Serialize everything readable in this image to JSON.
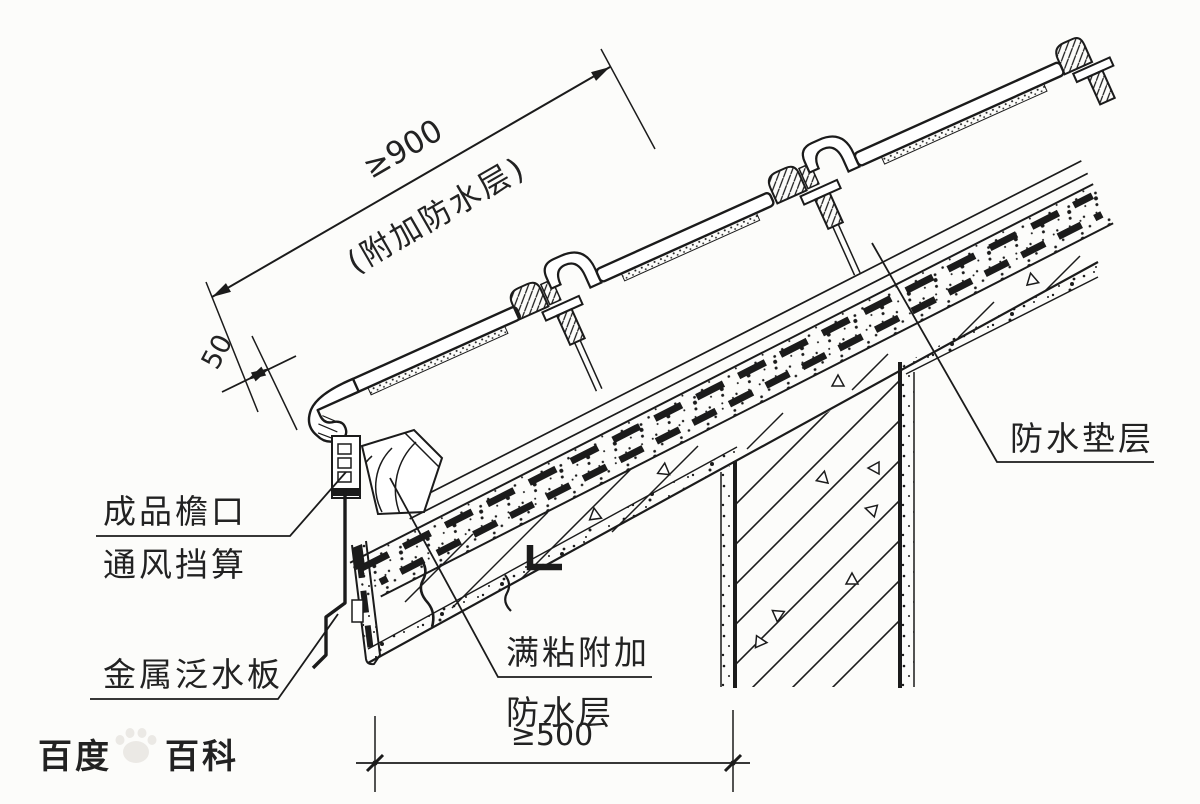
{
  "drawing": {
    "type": "architectural-construction-detail",
    "subject": "roof-eave-waterproofing-detail",
    "dimensions": {
      "slope_length": "≥900",
      "slope_length_note": "(附加防水层)",
      "tile_overhang": "50",
      "eave_width": "≥500"
    },
    "labels": {
      "eave_vent_line1": "成品檐口",
      "eave_vent_line2": "通风挡算",
      "metal_flashing": "金属泛水板",
      "bonded_membrane_line1": "满粘附加",
      "bonded_membrane_line2": "防水层",
      "underlayment": "防水垫层"
    },
    "watermark": {
      "text_left": "百度",
      "text_right": "百科",
      "icon": "paw-icon"
    },
    "colors": {
      "ink": "#1b1b1b",
      "paper": "#fcfcfa",
      "watermark": "#ebe9e5"
    }
  }
}
